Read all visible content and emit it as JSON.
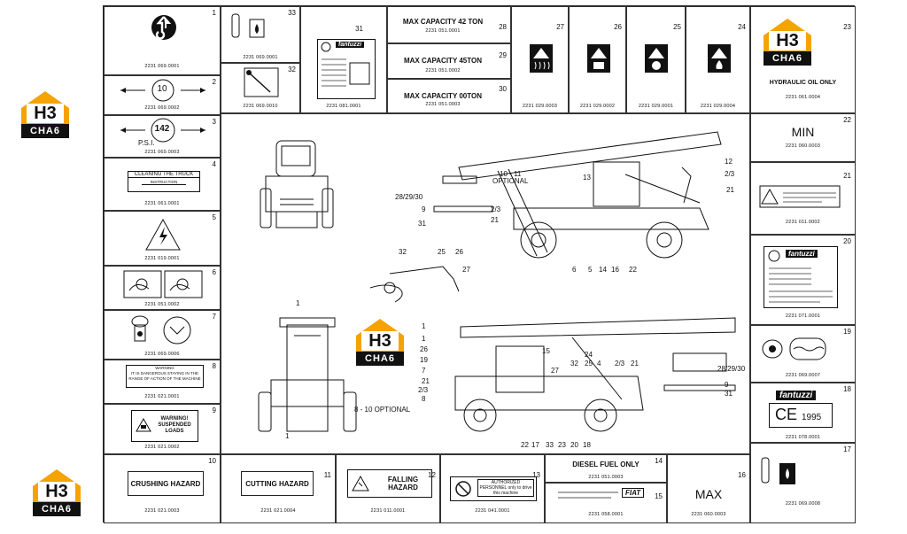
{
  "logo": {
    "letters": "H3",
    "text": "CHA6",
    "color": "#f5a300"
  },
  "cells": {
    "c1": {
      "num": "1",
      "code": "2231 069.0001"
    },
    "c2": {
      "num": "2",
      "code": "2231 069.0002",
      "value": "10"
    },
    "c3": {
      "num": "3",
      "code": "2231 069.0003",
      "value": "142",
      "unit": "P.S.I."
    },
    "c4": {
      "num": "4",
      "code": "2231 061.0001",
      "title": "CLEANING THE TRUCK",
      "sub": "INSTRUCTION"
    },
    "c5": {
      "num": "5",
      "code": "2231 019.0001"
    },
    "c6": {
      "num": "6",
      "code": "2231 051.0002"
    },
    "c7": {
      "num": "7",
      "code": "2231 069.0006"
    },
    "c8": {
      "num": "8",
      "code": "2231 021.0001",
      "title": "WARNING",
      "text": "IT IS DANGEROUS STAYING IN THE RANGE OF ACTION OF THE MACHINE"
    },
    "c9": {
      "num": "9",
      "code": "2231 021.0002",
      "text": "WARNING! SUSPENDED LOADS"
    },
    "c10": {
      "num": "10",
      "code": "2231 021.0003",
      "text": "CRUSHING HAZARD"
    },
    "c11": {
      "num": "11",
      "code": "2231 021.0004",
      "text": "CUTTING HAZARD"
    },
    "c12": {
      "num": "12",
      "code": "2231 011.0001",
      "text": "FALLING HAZARD"
    },
    "c13": {
      "num": "13",
      "code": "2231 041.0001",
      "text": "AUTHORIZED PERSONNEL only to drive this machine"
    },
    "c14": {
      "num": "14",
      "code": "2231 051.0003",
      "text": "DIESEL FUEL ONLY"
    },
    "c15": {
      "num": "15",
      "code": "2231 058.0001",
      "brand": "FIAT"
    },
    "c16": {
      "num": "16",
      "code": "2231 060.0003",
      "text": "MAX"
    },
    "c17": {
      "num": "17",
      "code": "2231 069.0008"
    },
    "c18": {
      "num": "18",
      "code": "2231 078.0001",
      "brand": "fantuzzi",
      "ce": "1995"
    },
    "c19": {
      "num": "19",
      "code": "2231 069.0007"
    },
    "c20": {
      "num": "20",
      "code": "2231 071.0001",
      "brand": "fantuzzi"
    },
    "c21": {
      "num": "21",
      "code": "2231 011.0002"
    },
    "c22": {
      "num": "22",
      "code": "2231 060.0003",
      "text": "MIN"
    },
    "c23": {
      "num": "23",
      "code": "2231 061.0004",
      "text": "HYDRAULIC OIL ONLY"
    },
    "c24": {
      "num": "24",
      "code": "2231 029.0004"
    },
    "c25": {
      "num": "25",
      "code": "2231 029.0001"
    },
    "c26": {
      "num": "26",
      "code": "2231 029.0002"
    },
    "c27": {
      "num": "27",
      "code": "2231 029.0003"
    },
    "c28": {
      "num": "28",
      "code": "2231 051.0001",
      "text": "MAX CAPACITY 42 TON"
    },
    "c29": {
      "num": "29",
      "code": "2231 051.0002",
      "text": "MAX CAPACITY 45TON"
    },
    "c30": {
      "num": "30",
      "code": "2231 051.0003",
      "text": "MAX CAPACITY 00TON"
    },
    "c31": {
      "num": "31",
      "code": "2231 081.0001",
      "brand": "fantuzzi"
    },
    "c32": {
      "num": "32",
      "code": "2231 069.0010"
    },
    "c33": {
      "num": "33",
      "code": "2231 069.0001"
    }
  },
  "callouts": {
    "optional_top": "10 - 11\nOPTIONAL",
    "optional_bottom": "8 - 10 OPTIONAL",
    "top": [
      "12",
      "2/3",
      "21",
      "13",
      "28/29/30",
      "9",
      "31",
      "2/3",
      "21",
      "6",
      "5",
      "14",
      "16",
      "22",
      "32",
      "25",
      "26",
      "27",
      "1"
    ],
    "bottom": [
      "1",
      "1",
      "1",
      "26",
      "19",
      "7",
      "21",
      "2/3",
      "8",
      "15",
      "24",
      "32",
      "25",
      "4",
      "27",
      "2/3",
      "21",
      "28/29/30",
      "9",
      "31",
      "22",
      "17",
      "33",
      "23",
      "20",
      "18"
    ]
  }
}
